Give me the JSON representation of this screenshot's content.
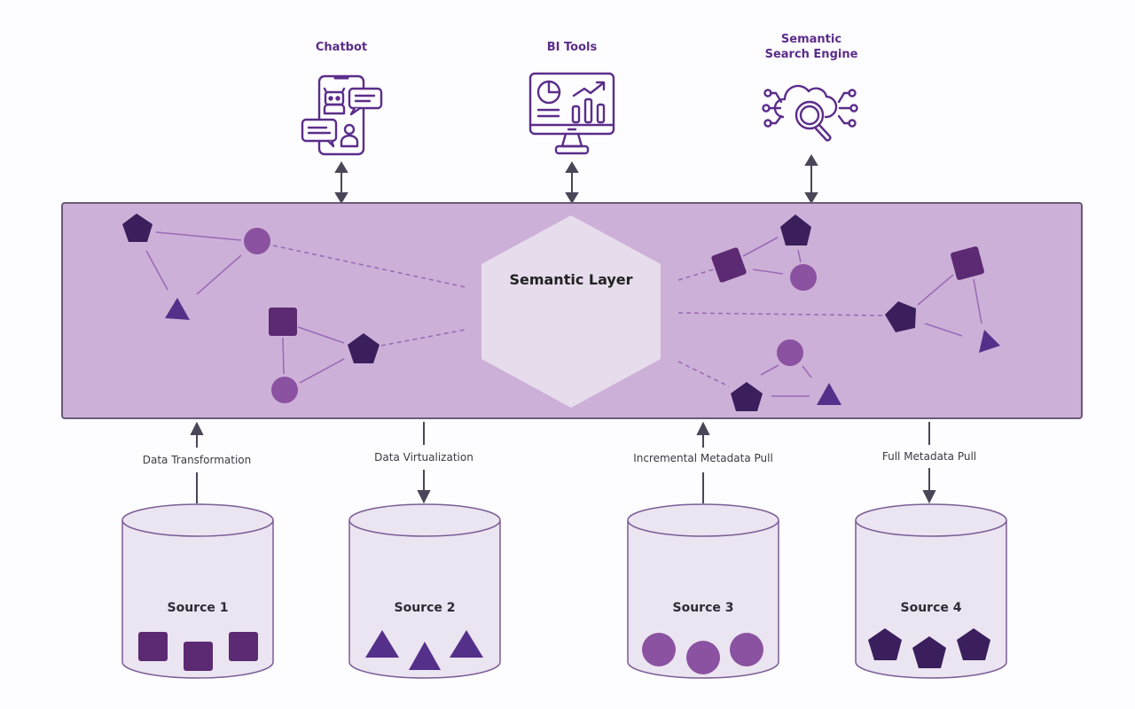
{
  "diagram": {
    "title": "Semantic Layer",
    "consumers": [
      {
        "label": "Chatbot",
        "icon": "chatbot-phone-icon"
      },
      {
        "label": "BI Tools",
        "icon": "bi-dashboard-monitor-icon"
      },
      {
        "label": "Semantic\nSearch Engine",
        "icon": "cloud-search-icon"
      }
    ],
    "flows": [
      {
        "label": "Data Transformation",
        "direction": "up"
      },
      {
        "label": "Data Virtualization",
        "direction": "down"
      },
      {
        "label": "Incremental Metadata Pull",
        "direction": "up"
      },
      {
        "label": "Full Metadata Pull",
        "direction": "down"
      }
    ],
    "sources": [
      {
        "label": "Source 1",
        "shape": "square"
      },
      {
        "label": "Source 2",
        "shape": "triangle"
      },
      {
        "label": "Source 3",
        "shape": "circle"
      },
      {
        "label": "Source 4",
        "shape": "pentagon"
      }
    ],
    "colors": {
      "layer_fill": "#cdb0d8",
      "layer_border": "#6a5a7a",
      "hexagon_fill": "#e6dcec",
      "cylinder_fill": "#ebe4f1",
      "cylinder_stroke": "#7a5c96",
      "pentagon": "#3a1f5c",
      "square": "#5c2a72",
      "triangle": "#55308a",
      "circle": "#8a52a0",
      "edge": "#9a6cb6",
      "arrow": "#4a4658",
      "accent": "#5b2d8a"
    }
  }
}
